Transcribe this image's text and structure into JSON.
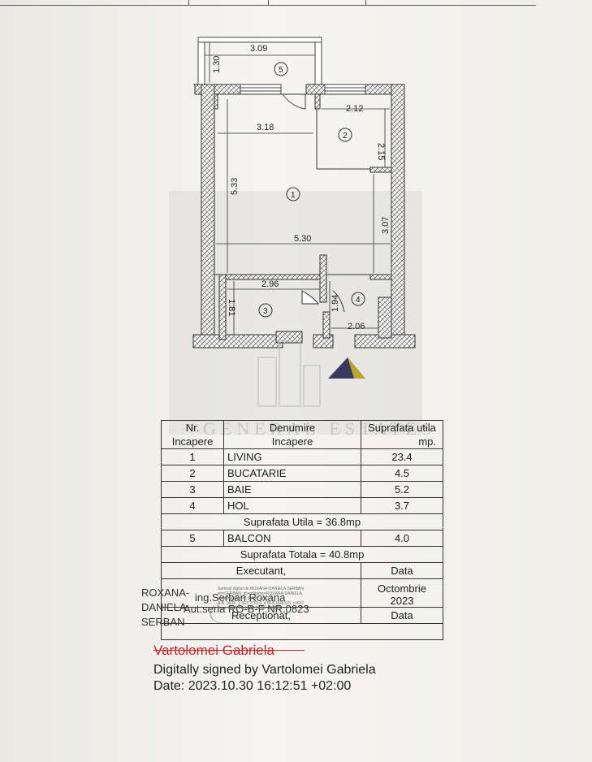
{
  "floor_plan": {
    "dimensions": {
      "balcony_width": "3.09",
      "balcony_depth": "1.30",
      "kitchen_width": "2.12",
      "kitchen_depth": "2.15",
      "living_top_width": "3.18",
      "living_height": "5.33",
      "living_width": "5.30",
      "living_right_height": "3.07",
      "bath_width": "2.96",
      "bath_height": "1.81",
      "hall_height": "1.94",
      "hall_width": "2.06"
    },
    "room_numbers": [
      "1",
      "2",
      "3",
      "4",
      "5"
    ]
  },
  "watermark": "GENERAL ESTATES",
  "table": {
    "header": {
      "nr_line1": "Nr.",
      "nr_line2": "Incapere",
      "name_line1": "Denumire",
      "name_line2": "Incapere",
      "area_line1": "Suprafata utila",
      "area_line2": "mp."
    },
    "rooms": [
      {
        "nr": "1",
        "name": "LIVING",
        "area": "23.4"
      },
      {
        "nr": "2",
        "name": "BUCATARIE",
        "area": "4.5"
      },
      {
        "nr": "3",
        "name": "BAIE",
        "area": "5.2"
      },
      {
        "nr": "4",
        "name": "HOL",
        "area": "3.7"
      }
    ],
    "useful_total": "Suprafata Utila = 36.8mp",
    "balcony": {
      "nr": "5",
      "name": "BALCON",
      "area": "4.0"
    },
    "grand_total": "Suprafata Totala = 40.8mp",
    "executant_label": "Executant,",
    "data_label": "Data",
    "executant_date": "Octombrie 2023",
    "receptionat_label": "Receptionat,",
    "data_label_2": "Data"
  },
  "signature": {
    "name_line1": "ROXANA-",
    "name_line2": "DANIELA",
    "name_line3": "SERBAN",
    "engineer": "ing.Serban Roxana",
    "certificate": "Aut.seria RO-B-F NR.0823",
    "stamp_line1": "Semnat digital de ROXANA-DANIELA SERBAN",
    "stamp_line2": "sn=SERBAN, givenName=ROXANA-DANIELA,",
    "stamp_line3": "serialNumber=2.5.4.97 ANCPI",
    "stamp_line4": "A.B. 0633, 1-SECTOR 6, 4 BUCURESTI, c=RO",
    "stamp_line5": "Date: 2023.10.16 08:39:00 +03'00'"
  },
  "digital_signature": {
    "signer_name": "Vartolomei Gabriela",
    "signed_by": "Digitally signed by Vartolomei Gabriela",
    "date": "Date: 2023.10.30 16:12:51 +02:00"
  }
}
